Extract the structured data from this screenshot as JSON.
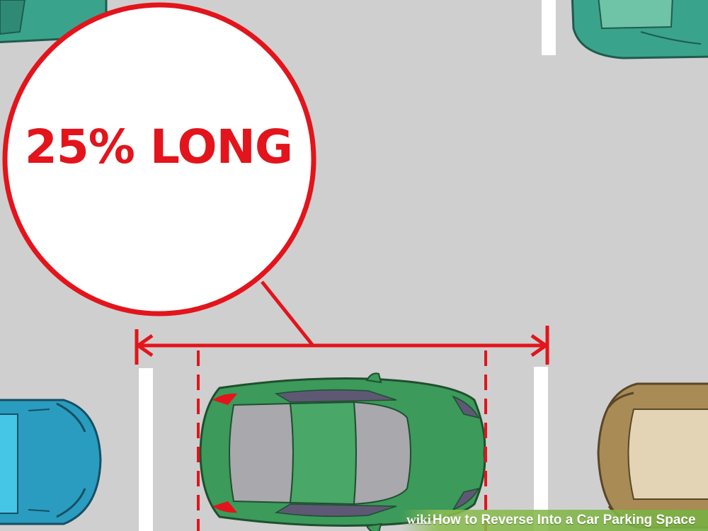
{
  "callout": {
    "text": "25% LONG"
  },
  "watermark": {
    "brand": "wiki",
    "title": "How to Reverse Into a Car Parking Space"
  },
  "colors": {
    "ground": "#cfcfcf",
    "annotation_red": "#e3141b",
    "parking_line": "#ffffff",
    "car_green": "#3c9a5a",
    "car_teal_top": "#3aa38c",
    "car_blue": "#2a9cbf",
    "car_tan": "#a88b55"
  },
  "icons": [
    "parked-car-top-left",
    "parked-car-top-right",
    "parked-car-bottom-left",
    "parked-car-bottom-right",
    "reversing-car"
  ]
}
